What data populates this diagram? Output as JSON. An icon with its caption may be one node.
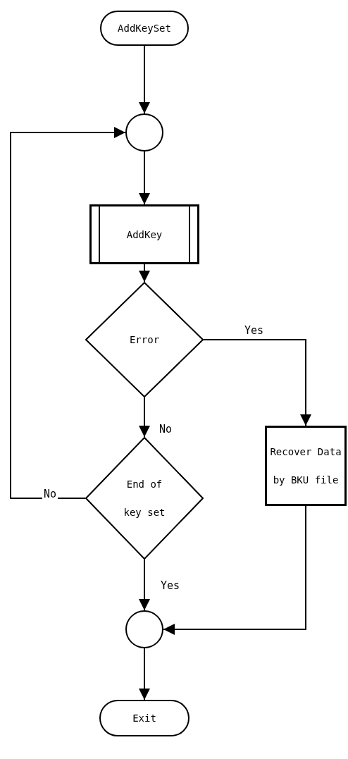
{
  "diagram": {
    "nodes": [
      {
        "text": [
          "AddKeySet"
        ]
      },
      {
        "text": [],
        "shape": "circle"
      },
      {
        "text": [
          "AddKey"
        ]
      },
      {
        "text": [
          "Error"
        ]
      },
      {
        "text": [
          "Recover Data by BKU file"
        ]
      },
      {
        "text": [
          "End of key set"
        ]
      },
      {
        "text": [],
        "shape": "circle"
      },
      {
        "text": [
          "Exit"
        ]
      }
    ],
    "edges": [
      {
        "from": 0,
        "to": 1,
        "arrow": "to"
      },
      {
        "from": 1,
        "to": 2,
        "arrow": "to"
      },
      {
        "from": 2,
        "to": 3,
        "arrow": "to"
      },
      {
        "from": 3,
        "to": 4,
        "arrow": "to",
        "label": "Yes"
      },
      {
        "from": 3,
        "to": 5,
        "arrow": "to",
        "label": "No"
      },
      {
        "from": 5,
        "to": 1,
        "arrow": "to",
        "label": "No"
      },
      {
        "from": 5,
        "to": 6,
        "arrow": "to",
        "label": "Yes"
      },
      {
        "from": 4,
        "to": 6,
        "arrow": "to"
      },
      {
        "from": 6,
        "to": 7,
        "arrow": "to"
      }
    ]
  }
}
